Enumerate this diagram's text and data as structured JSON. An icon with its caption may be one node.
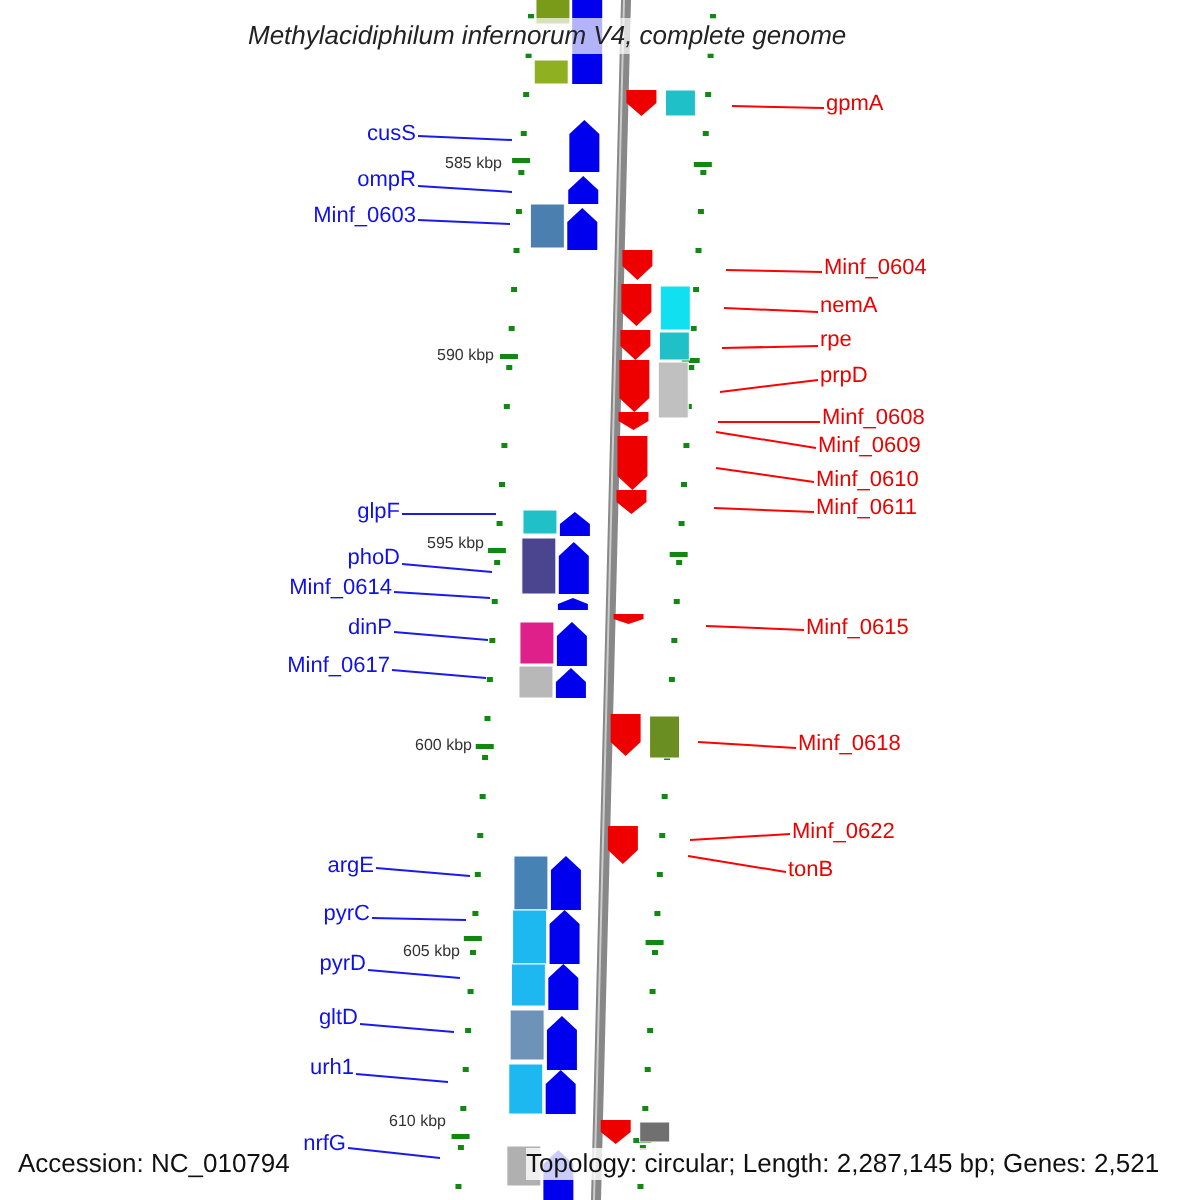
{
  "diagram": {
    "title": "Methylacidiphilum infernorum V4, complete genome",
    "nodes": [
      {
        "text": [
          "cusS"
        ]
      },
      {
        "text": [
          "ompR"
        ]
      },
      {
        "text": [
          "Minf_0603"
        ]
      },
      {
        "text": [
          "glpF"
        ]
      },
      {
        "text": [
          "phoD"
        ]
      },
      {
        "text": [
          "Minf_0614"
        ]
      },
      {
        "text": [
          "dinP"
        ]
      },
      {
        "text": [
          "Minf_0617"
        ]
      },
      {
        "text": [
          "argE"
        ]
      },
      {
        "text": [
          "pyrC"
        ]
      },
      {
        "text": [
          "pyrD"
        ]
      },
      {
        "text": [
          "gltD"
        ]
      },
      {
        "text": [
          "urh1"
        ]
      },
      {
        "text": [
          "nrfG"
        ]
      },
      {
        "text": [
          "gpmA"
        ]
      },
      {
        "text": [
          "Minf_0604"
        ]
      },
      {
        "text": [
          "nemA"
        ]
      },
      {
        "text": [
          "rpe"
        ]
      },
      {
        "text": [
          "prpD"
        ]
      },
      {
        "text": [
          "Minf_0608"
        ]
      },
      {
        "text": [
          "Minf_0609"
        ]
      },
      {
        "text": [
          "Minf_0610"
        ]
      },
      {
        "text": [
          "Minf_0611"
        ]
      },
      {
        "text": [
          "Minf_0615"
        ]
      },
      {
        "text": [
          "Minf_0618"
        ]
      },
      {
        "text": [
          "Minf_0622"
        ]
      },
      {
        "text": [
          "tonB"
        ]
      }
    ],
    "edges": [
      {
        "from": 0,
        "to": null,
        "arrow": "none"
      },
      {
        "from": 1,
        "to": null,
        "arrow": "none"
      },
      {
        "from": 2,
        "to": null,
        "arrow": "none"
      },
      {
        "from": 3,
        "to": null,
        "arrow": "none"
      },
      {
        "from": 4,
        "to": null,
        "arrow": "none"
      },
      {
        "from": 5,
        "to": null,
        "arrow": "none"
      },
      {
        "from": 6,
        "to": null,
        "arrow": "none"
      },
      {
        "from": 7,
        "to": null,
        "arrow": "none"
      },
      {
        "from": 8,
        "to": null,
        "arrow": "none"
      },
      {
        "from": 9,
        "to": null,
        "arrow": "none"
      },
      {
        "from": 10,
        "to": null,
        "arrow": "none"
      },
      {
        "from": 11,
        "to": null,
        "arrow": "none"
      },
      {
        "from": 12,
        "to": null,
        "arrow": "none"
      },
      {
        "from": 13,
        "to": null,
        "arrow": "none"
      },
      {
        "from": 14,
        "to": null,
        "arrow": "none",
        "color": "#ff0000"
      },
      {
        "from": 15,
        "to": null,
        "arrow": "none",
        "color": "#ff0000"
      },
      {
        "from": 16,
        "to": null,
        "arrow": "none",
        "color": "#ff0000"
      },
      {
        "from": 17,
        "to": null,
        "arrow": "none",
        "color": "#ff0000"
      },
      {
        "from": 18,
        "to": null,
        "arrow": "none",
        "color": "#ff0000"
      },
      {
        "from": 19,
        "to": null,
        "arrow": "none",
        "color": "#ff0000"
      },
      {
        "from": 20,
        "to": null,
        "arrow": "none",
        "color": "#ff0000"
      },
      {
        "from": 21,
        "to": null,
        "arrow": "none",
        "color": "#ff0000"
      },
      {
        "from": 22,
        "to": null,
        "arrow": "none",
        "color": "#ff0000"
      },
      {
        "from": 23,
        "to": null,
        "arrow": "none",
        "color": "#ff0000"
      },
      {
        "from": 24,
        "to": null,
        "arrow": "none",
        "color": "#ff0000"
      },
      {
        "from": 25,
        "to": null,
        "arrow": "none",
        "color": "#ff0000"
      },
      {
        "from": 26,
        "to": null,
        "arrow": "none",
        "color": "#ff0000"
      }
    ],
    "labels": [
      "585 kbp",
      "590 kbp",
      "595 kbp",
      "600 kbp",
      "605 kbp",
      "610 kbp",
      "Accession: NC_010794",
      "Topology: circular; Length: 2,287,145 bp; Genes: 2,521"
    ]
  }
}
